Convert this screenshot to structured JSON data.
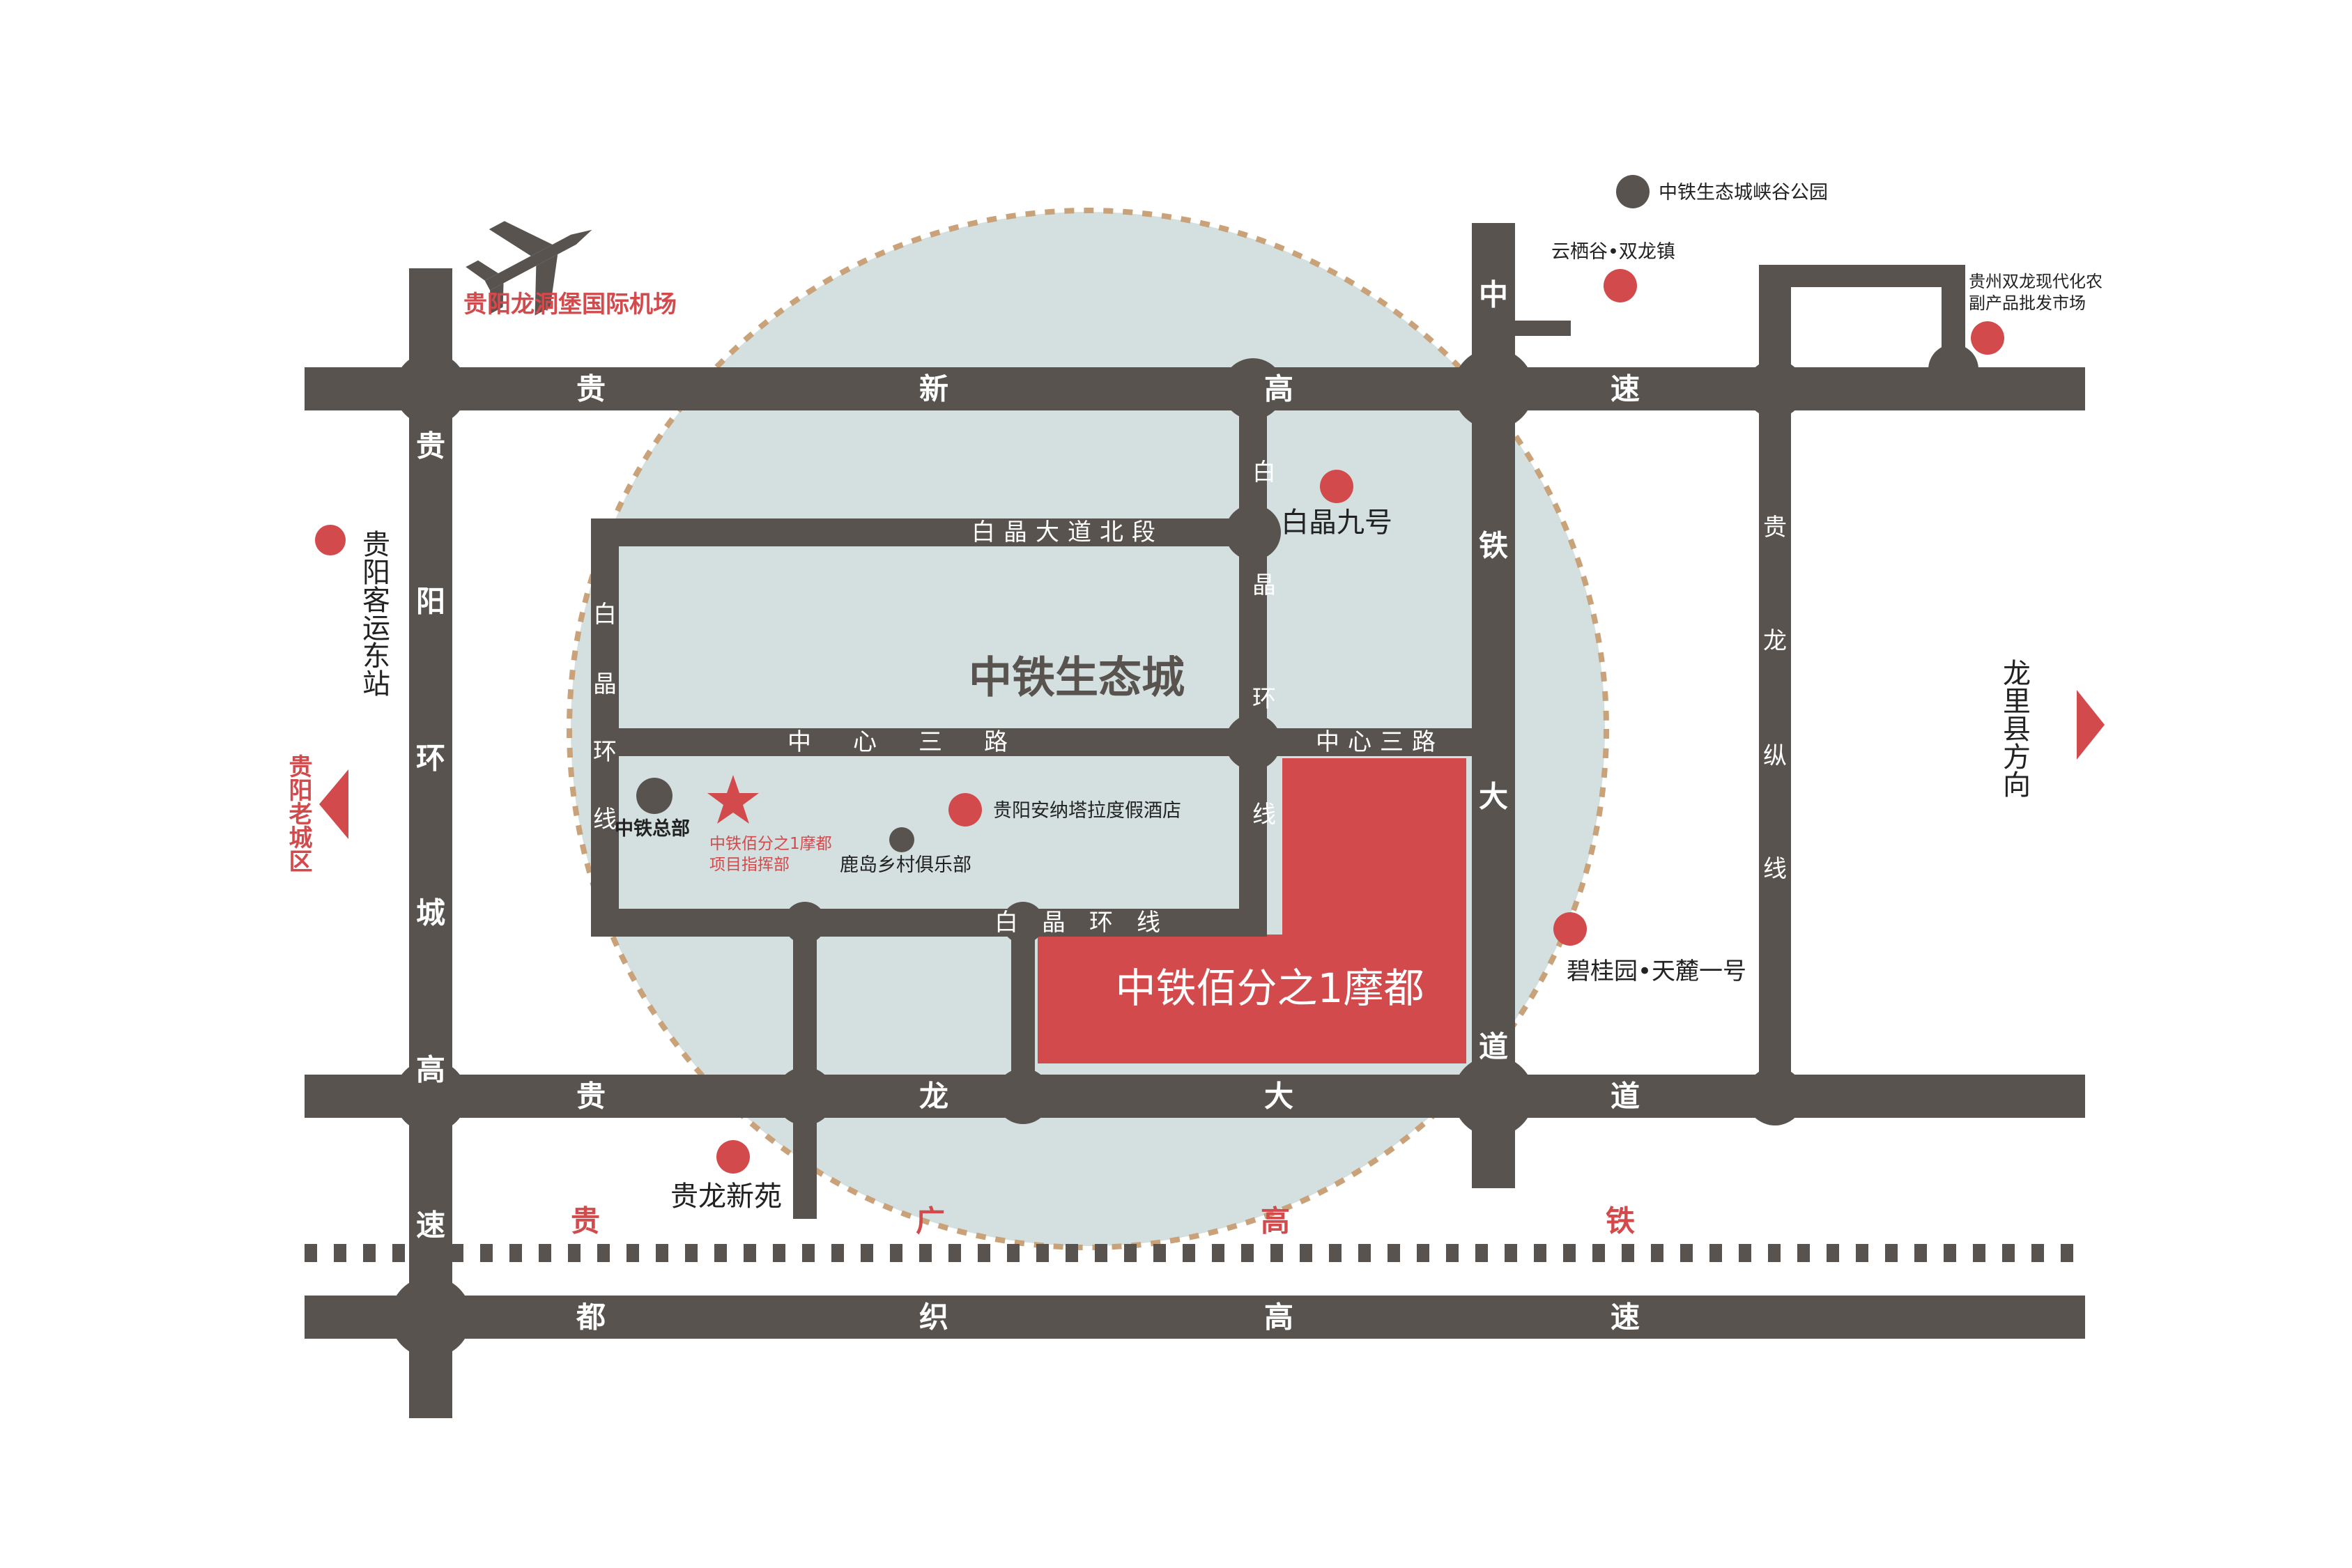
{
  "colors": {
    "road": "#58534f",
    "accent": "#d34a4d",
    "zone": "#d3e0df",
    "ring": "#c9a27a",
    "text": "#222222"
  },
  "roads": {
    "guixin_expressway": [
      "贵",
      "新",
      "高",
      "速"
    ],
    "guilong_avenue": [
      "贵",
      "龙",
      "大",
      "道"
    ],
    "duzhi_expressway": [
      "都",
      "织",
      "高",
      "速"
    ],
    "guiyang_ring_expressway": [
      "贵",
      "阳",
      "环",
      "城",
      "高",
      "速"
    ],
    "zhongtie_avenue": [
      "中",
      "铁",
      "大",
      "道"
    ],
    "guilong_vertical": [
      "贵",
      "龙",
      "纵",
      "线"
    ],
    "baijing_north": "白晶大道北段",
    "center_road_west": "中心三路",
    "center_road_east": "中心三路",
    "baijing_ring_bottom": "白晶环线",
    "baijing_ring_west": [
      "白",
      "晶",
      "环",
      "线"
    ],
    "baijing_ring_east_upper": [
      "白",
      "晶"
    ],
    "baijing_ring_east_lower": [
      "环",
      "线"
    ]
  },
  "railway": {
    "label": [
      "贵",
      "广",
      "高",
      "铁"
    ]
  },
  "labels": {
    "airport": "贵阳龙洞堡国际机场",
    "district": "中铁生态城",
    "project": "中铁佰分之1摩都",
    "old_city": "贵阳老城区",
    "longli": "龙里县方向",
    "bus_station": "贵阳客运东站",
    "hq": "中铁总部",
    "project_hq_line1": "中铁佰分之1摩都",
    "project_hq_line2": "项目指挥部",
    "ludao": "鹿岛乡村俱乐部",
    "anantara": "贵阳安纳塔拉度假酒店",
    "baijing9": "白晶九号",
    "guilong_xinyuan": "贵龙新苑",
    "bgy": "碧桂园•天麓一号",
    "yunxigu": "云栖谷•双龙镇",
    "canyon_park": "中铁生态城峡谷公园",
    "agri_market_line1": "贵州双龙现代化农",
    "agri_market_line2": "副产品批发市场"
  },
  "icons": {
    "airport": "airplane-icon",
    "poi": "circle-marker-icon",
    "project_hq": "star-icon",
    "arrow_left": "triangle-left-icon",
    "arrow_right": "triangle-right-icon"
  }
}
